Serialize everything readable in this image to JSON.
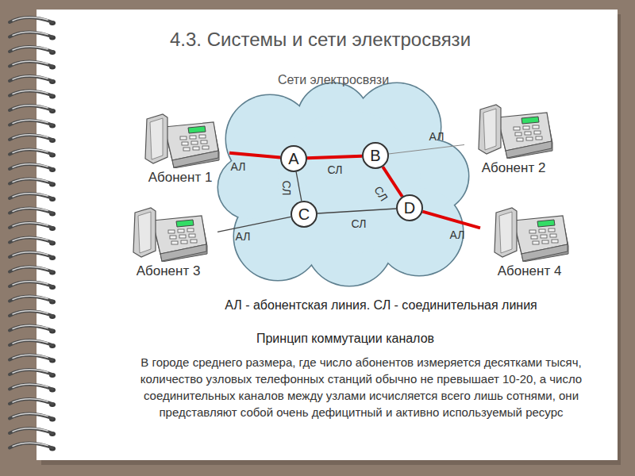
{
  "diagram": {
    "title": "4.3. Системы и сети электросвязи",
    "nodes": [
      {
        "text": [
          "Абонент 1"
        ]
      },
      {
        "text": [
          "A"
        ]
      },
      {
        "text": [
          "B"
        ]
      },
      {
        "text": [
          "Абонент 2"
        ]
      },
      {
        "text": [
          "C"
        ]
      },
      {
        "text": [
          "D"
        ]
      },
      {
        "text": [
          "Абонент 3"
        ]
      },
      {
        "text": [
          "Абонент 4"
        ]
      }
    ],
    "edges": [
      {
        "from": 0,
        "to": 1,
        "label": "АЛ",
        "arrow": "none"
      },
      {
        "from": 1,
        "to": 2,
        "label": "СЛ",
        "arrow": "none"
      },
      {
        "from": 1,
        "to": 4,
        "label": "СЛ",
        "arrow": "none"
      },
      {
        "from": 2,
        "to": 5,
        "label": "СЛ",
        "arrow": "none"
      },
      {
        "from": 4,
        "to": 5,
        "label": "СЛ",
        "arrow": "none"
      },
      {
        "from": 2,
        "to": 3,
        "label": "АЛ",
        "arrow": "none"
      },
      {
        "from": 6,
        "to": 4,
        "label": "АЛ",
        "arrow": "none"
      },
      {
        "from": 5,
        "to": 7,
        "label": "АЛ",
        "arrow": "none"
      }
    ],
    "labels": [
      "Сети электросвязи",
      "АЛ - абонентская линия. СЛ - соединительная линия",
      "Принцип коммутации каналов",
      "В городе среднего размера, где число абонентов измеряется десятками тысяч, количество узловых телефонных станций обычно не превышает 10-20, а число соединительных каналов между узлами исчисляется всего лишь сотнями, они представляют собой очень дефицитный и активно используемый ресурс"
    ]
  }
}
